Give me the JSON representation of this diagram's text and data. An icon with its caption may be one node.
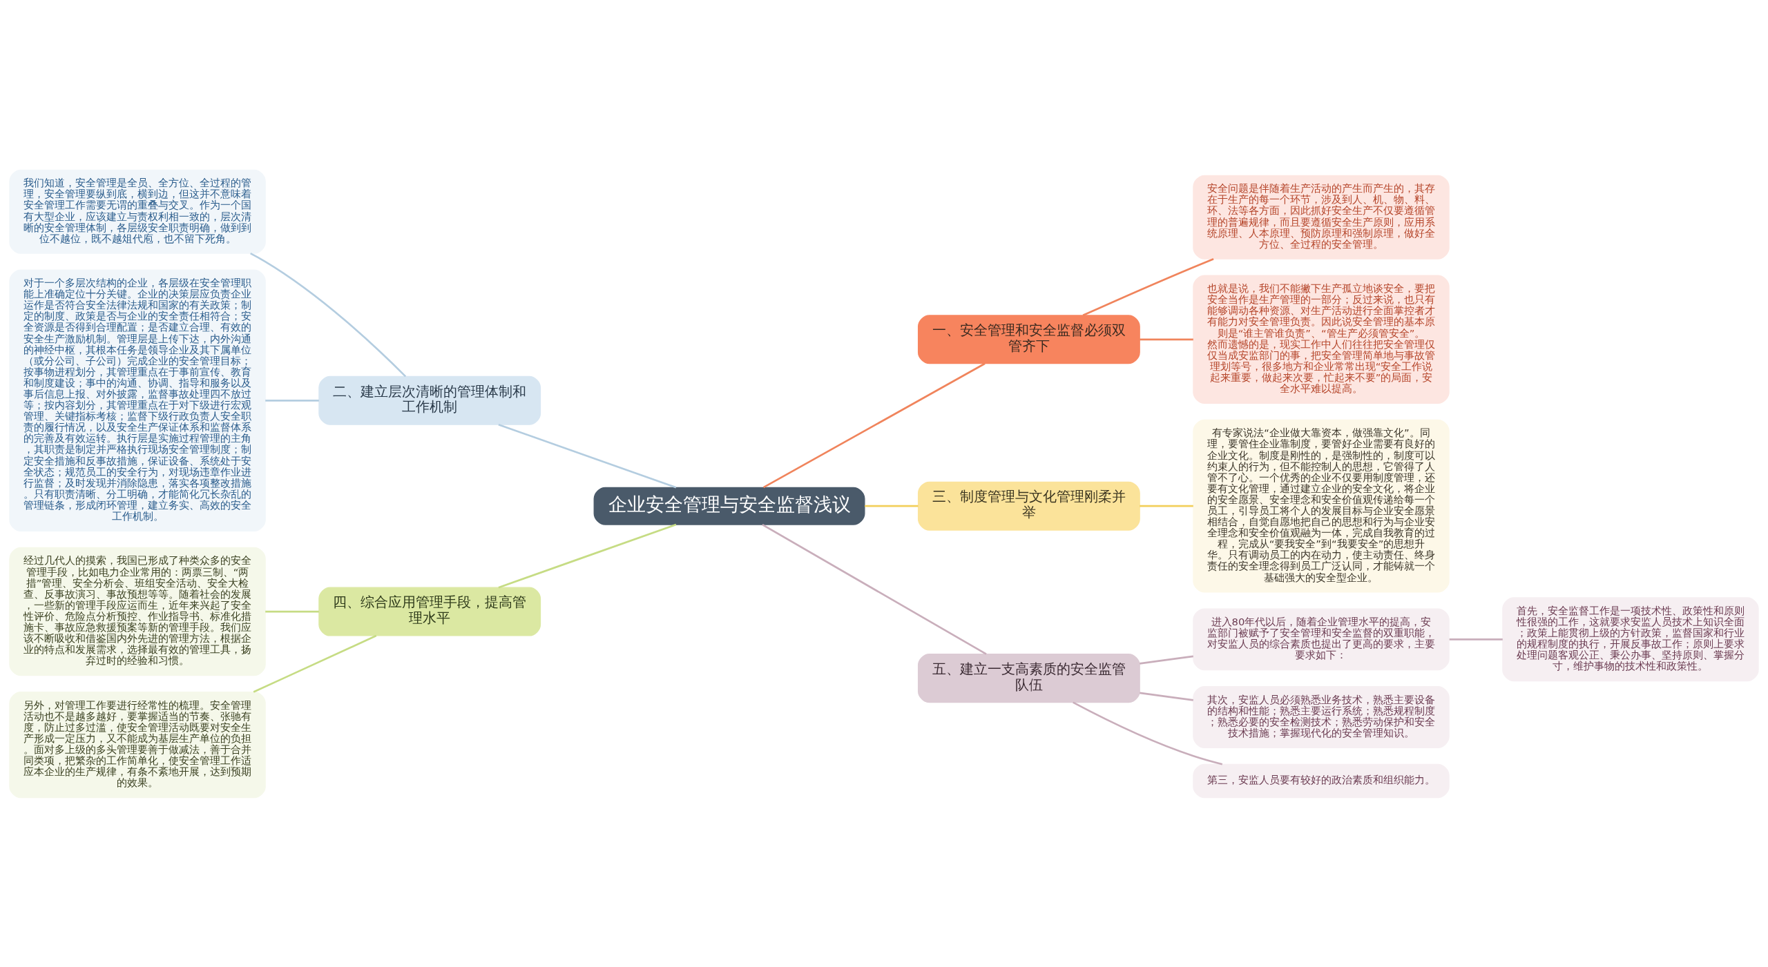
{
  "diagram": {
    "nodes": [
      {
        "text": [
          "企业安全管理与安全监督浅议"
        ]
      },
      {
        "text": [
          "一、安全管理和安全监督必须双管齐下"
        ]
      },
      {
        "text": [
          "安全问题是伴随着生产活动的产生而产生的，其存在于生产的每一个环节，涉及到人、机、物、料、环、法等各方面，因此抓好安全生产不仅要遵循管理的普遍规律，而且要遵循安全生产原则，应用系统原理、人本原理、预防原理和强制原理，做好全方位、全过程的安全管理。"
        ]
      },
      {
        "text": [
          "也就是说，我们不能撇下生产孤立地谈安全，要把安全当作是生产管理的一部分；反过来说，也只有能够调动各种资源、对生产活动进行全面掌控者才有能力对安全管理负责。因此说安全管理的基本原则是“谁主管谁负责”、“管生产必须管安全”。然而遗憾的是，现实工作中人们往往把安全管理仅仅当成安监部门的事，把安全管理简单地与事故管理划等号，很多地方和企业常常出现“安全工作说起来重要，做起来次要，忙起来不要”的局面，安全水平难以提高。"
        ]
      },
      {
        "text": [
          "二、建立层次清晰的管理体制和工作机制"
        ]
      },
      {
        "text": [
          "我们知道，安全管理是全员、全方位、全过程的管理，安全管理要纵到底，横到边，但这并不意味着安全管理工作需要无谓的重叠与交叉。作为一个国有大型企业，应该建立与责权利相一致的，层次清晰的安全管理体制，各层级安全职责明确，做到到位不越位，既不越俎代庖，也不留下死角。"
        ]
      },
      {
        "text": [
          "对于一个多层次结构的企业，各层级在安全管理职能上准确定位十分关键。企业的决策层应负责企业运作是否符合安全法律法规和国家的有关政策；制定的制度、政策是否与企业的安全责任相符合；安全资源是否得到合理配置；是否建立合理、有效的安全生产激励机制。管理层是上传下达，内外沟通的神经中枢，其根本任务是领导企业及其下属单位（或分公司、子公司）完成企业的安全管理目标；按事物进程划分，其管理重点在于事前宣传、教育和制度建设；事中的沟通、协调、指导和服务以及事后信息上报、对外披露，监督事故处理四不放过等；按内容划分，其管理重点在于对下级进行宏观管理、关键指标考核；监督下级行政负责人安全职责的履行情况，以及安全生产保证体系和监督体系的完善及有效运转。执行层是实施过程管理的主角，其职责是制定并严格执行现场安全管理制度；制定安全措施和反事故措施，保证设备、系统处于安全状态；规范员工的安全行为，对现场违章作业进行监督；及时发现并消除隐患，落实各项整改措施。只有职责清晰、分工明确，才能简化冗长杂乱的管理链条，形成闭环管理，建立务实、高效的安全工作机制。"
        ]
      },
      {
        "text": [
          "三、制度管理与文化管理刚柔并举"
        ]
      },
      {
        "text": [
          "有专家说法“企业做大靠资本，做强靠文化”。同理，要管住企业靠制度，要管好企业需要有良好的企业文化。制度是刚性的，是强制性的，制度可以约束人的行为，但不能控制人的思想，它管得了人管不了心。一个优秀的企业不仅要用制度管理，还要有文化管理，通过建立企业的安全文化，将企业的安全愿景、安全理念和安全价值观传递给每一个员工，引导员工将个人的发展目标与企业安全愿景相结合，自觉自愿地把自己的思想和行为与企业安全理念和安全价值观融为一体，完成自我教育的过程，完成从“要我安全”到“我要安全”的思想升华。只有调动员工的内在动力，使主动责任、终身责任的安全理念得到员工广泛认同，才能铸就一个基础强大的安全型企业。"
        ]
      },
      {
        "text": [
          "四、综合应用管理手段，提高管理水平"
        ]
      },
      {
        "text": [
          "经过几代人的摸索，我国已形成了种类众多的安全管理手段，比如电力企业常用的：两票三制、“两措”管理、安全分析会、班组安全活动、安全大检查、反事故演习、事故预想等等。随着社会的发展，一些新的管理手段应运而生，近年来兴起了安全性评价、危险点分析预控、作业指导书、标准化措施卡、事故应急救援预案等新的管理手段。我们应该不断吸收和借鉴国内外先进的管理方法，根据企业的特点和发展需求，选择最有效的管理工具，扬弃过时的经验和习惯。"
        ]
      },
      {
        "text": [
          "另外，对管理工作要进行经常性的梳理。安全管理活动也不是越多越好，要掌握适当的节奏、张驰有度，防止过多过滥，使安全管理活动既要对安全生产形成一定压力，又不能成为基层生产单位的负担。面对多上级的多头管理要善于做减法，善于合并同类项，把繁杂的工作简单化，使安全管理工作适应本企业的生产规律，有条不紊地开展，达到预期的效果。"
        ]
      },
      {
        "text": [
          "五、建立一支高素质的安全监管队伍"
        ]
      },
      {
        "text": [
          "进入80年代以后，随着企业管理水平的提高，安监部门被赋予了安全管理和安全监督的双重职能，对安监人员的综合素质也提出了更高的要求，主要要求如下："
        ]
      },
      {
        "text": [
          "首先，安全监督工作是一项技术性、政策性和原则性很强的工作，这就要求安监人员技术上知识全面；政策上能贯彻上级的方针政策，监督国家和行业的规程制度的执行，开展反事故工作；原则上要求处理问题客观公正、秉公办事、坚持原则、掌握分寸，维护事物的技术性和政策性。"
        ]
      },
      {
        "text": [
          "其次，安监人员必须熟悉业务技术，熟悉主要设备的结构和性能；熟悉主要运行系统；熟悉规程制度；熟悉必要的安全检测技术；熟悉劳动保护和安全技术措施；掌握现代化的安全管理知识。"
        ]
      },
      {
        "text": [
          "第三，安监人员要有较好的政治素质和组织能力。"
        ]
      }
    ],
    "edges": [
      {
        "from": 0,
        "to": 1,
        "arrow": "none",
        "color": "#f0845c"
      },
      {
        "from": 1,
        "to": 2,
        "arrow": "none",
        "color": "#f0845c"
      },
      {
        "from": 1,
        "to": 3,
        "arrow": "none",
        "color": "#f0845c"
      },
      {
        "from": 0,
        "to": 4,
        "arrow": "none",
        "color": "#b4cde0"
      },
      {
        "from": 4,
        "to": 5,
        "arrow": "none",
        "color": "#b4cde0"
      },
      {
        "from": 4,
        "to": 6,
        "arrow": "none",
        "color": "#b4cde0"
      },
      {
        "from": 0,
        "to": 7,
        "arrow": "none",
        "color": "#f2cf5c"
      },
      {
        "from": 7,
        "to": 8,
        "arrow": "none",
        "color": "#f2cf5c"
      },
      {
        "from": 0,
        "to": 9,
        "arrow": "none",
        "color": "#c6dc84"
      },
      {
        "from": 9,
        "to": 10,
        "arrow": "none",
        "color": "#c6dc84"
      },
      {
        "from": 9,
        "to": 11,
        "arrow": "none",
        "color": "#c6dc84"
      },
      {
        "from": 0,
        "to": 12,
        "arrow": "none",
        "color": "#c9aebb"
      },
      {
        "from": 12,
        "to": 13,
        "arrow": "none",
        "color": "#c9aebb"
      },
      {
        "from": 13,
        "to": 14,
        "arrow": "none",
        "color": "#c9aebb"
      },
      {
        "from": 12,
        "to": 15,
        "arrow": "none",
        "color": "#c9aebb"
      },
      {
        "from": 12,
        "to": 16,
        "arrow": "none",
        "color": "#c9aebb"
      }
    ]
  }
}
